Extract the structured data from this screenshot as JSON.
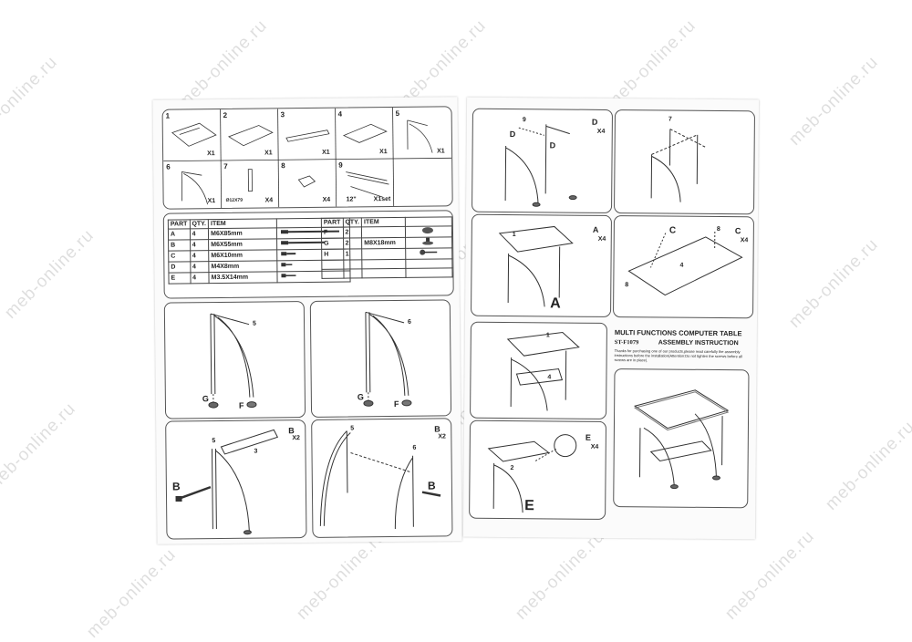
{
  "watermark": "meb-online.ru",
  "parts_overview": [
    {
      "n": "1",
      "qty": "X1"
    },
    {
      "n": "2",
      "qty": "X1"
    },
    {
      "n": "3",
      "qty": "X1"
    },
    {
      "n": "4",
      "qty": "X1"
    },
    {
      "n": "5",
      "qty": "X1"
    },
    {
      "n": "6",
      "qty": "X1"
    },
    {
      "n": "7",
      "qty": "X4",
      "size": "Ø12X79"
    },
    {
      "n": "8",
      "qty": "X4"
    },
    {
      "n": "9",
      "qty": "X1set",
      "size": "12\""
    }
  ],
  "hardware_table": {
    "headers": [
      "PART",
      "QTY.",
      "ITEM"
    ],
    "left_rows": [
      {
        "part": "A",
        "qty": "4",
        "item": "M6X85mm"
      },
      {
        "part": "B",
        "qty": "4",
        "item": "M6X55mm"
      },
      {
        "part": "C",
        "qty": "4",
        "item": "M6X10mm"
      },
      {
        "part": "D",
        "qty": "4",
        "item": "M4X8mm"
      },
      {
        "part": "E",
        "qty": "4",
        "item": "M3.5X14mm"
      }
    ],
    "right_rows": [
      {
        "part": "F",
        "qty": "2",
        "item": ""
      },
      {
        "part": "G",
        "qty": "2",
        "item": "M8X18mm"
      },
      {
        "part": "H",
        "qty": "1",
        "item": ""
      }
    ]
  },
  "steps": {
    "s1": {
      "labels": [
        "G",
        "F",
        "5"
      ]
    },
    "s2": {
      "labels": [
        "G",
        "F",
        "6"
      ]
    },
    "s3": {
      "labels": [
        "B",
        "5",
        "3"
      ],
      "callout": "B",
      "qty": "X2"
    },
    "s4": {
      "labels": [
        "5",
        "6",
        "B"
      ],
      "callout": "B",
      "qty": "X2"
    },
    "s5": {
      "labels": [
        "9",
        "D",
        "D"
      ],
      "callout": "D",
      "qty": "X4"
    },
    "s6": {
      "labels": [
        "7"
      ]
    },
    "s7": {
      "labels": [
        "1",
        "A"
      ],
      "callout": "A",
      "qty": "X4"
    },
    "s8": {
      "labels": [
        "C",
        "8",
        "8",
        "4"
      ],
      "callout": "C",
      "qty": "X4"
    },
    "s9": {
      "labels": [
        "1",
        "4"
      ]
    },
    "s10": {
      "labels": [
        "2",
        "E"
      ],
      "callout": "E",
      "qty": "X4"
    }
  },
  "cover": {
    "title": "MULTI FUNCTIONS COMPUTER TABLE",
    "model": "ST-F1079",
    "subtitle": "ASSEMBLY INSTRUCTION",
    "notice": "Thanks for purchasing one of our products,please read carefully the assembly instructions before the installation(Attention:Do not tighten the screws before all screws are in place)."
  }
}
